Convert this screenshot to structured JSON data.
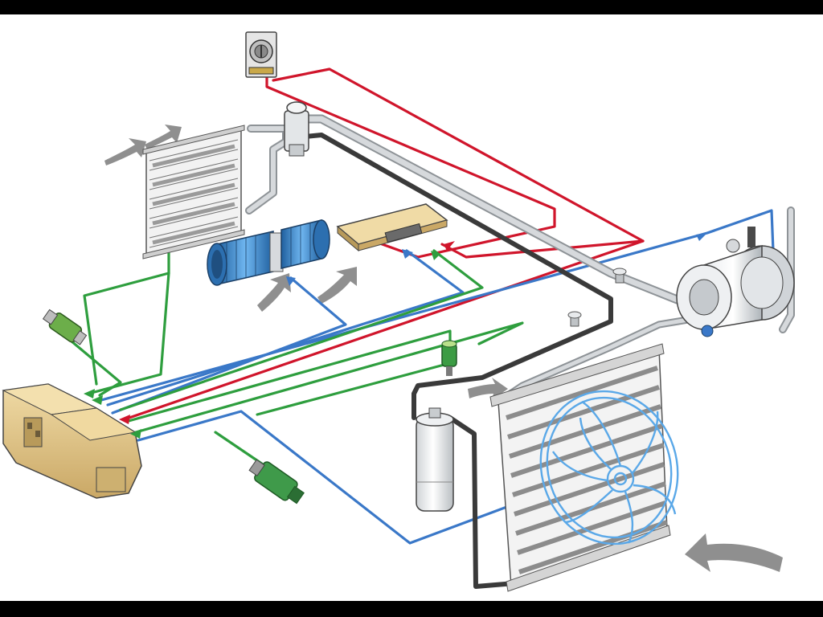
{
  "diagram": {
    "type": "automotive-air-conditioning-schematic",
    "components": [
      "evaporator",
      "expansion-valve",
      "cabin-blower-fan",
      "control-module",
      "ac-compressor",
      "condenser",
      "condenser-fan",
      "receiver-drier",
      "pressure-switch",
      "evaporator-temperature-sensor",
      "temperature-sensor",
      "control-panel",
      "engine-ecu"
    ],
    "airflow_arrows": 6,
    "colors": {
      "electrical_power": "#d0152b",
      "signal_output": "#3a78c8",
      "signal_input": "#2e9e3e",
      "high_pressure_line": "#3a3a3a",
      "low_pressure_line": "#b8bcc0",
      "ecu_body": "#e2c98a",
      "blower_fan": "#3a8fd8",
      "fan_blades": "#5aa8e8",
      "airflow_arrow": "#8a8a8a"
    }
  }
}
